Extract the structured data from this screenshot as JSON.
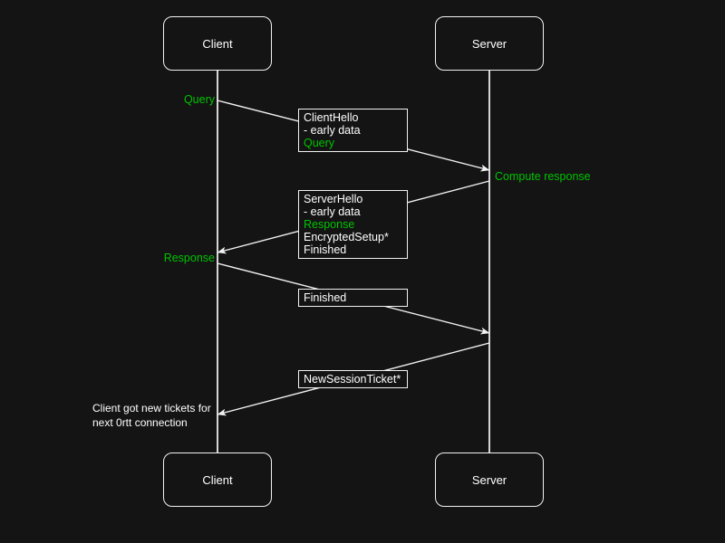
{
  "colors": {
    "background": "#141414",
    "stroke": "#f2f2f2",
    "text": "#ffffff",
    "highlight": "#00c300"
  },
  "actors": {
    "client": "Client",
    "server": "Server"
  },
  "labels": {
    "query": "Query",
    "compute_response": "Compute response",
    "response": "Response"
  },
  "messages": {
    "client_hello": {
      "line1": "ClientHello",
      "line2": "- early data",
      "line3": "Query"
    },
    "server_hello": {
      "line1": "ServerHello",
      "line2": "- early data",
      "line3": "Response",
      "line4": "EncryptedSetup*",
      "line5": "Finished"
    },
    "finished": {
      "line1": "Finished"
    },
    "new_session_ticket": {
      "line1": "NewSessionTicket*"
    }
  },
  "note": {
    "line1": "Client got new tickets for",
    "line2": "next 0rtt connection"
  }
}
